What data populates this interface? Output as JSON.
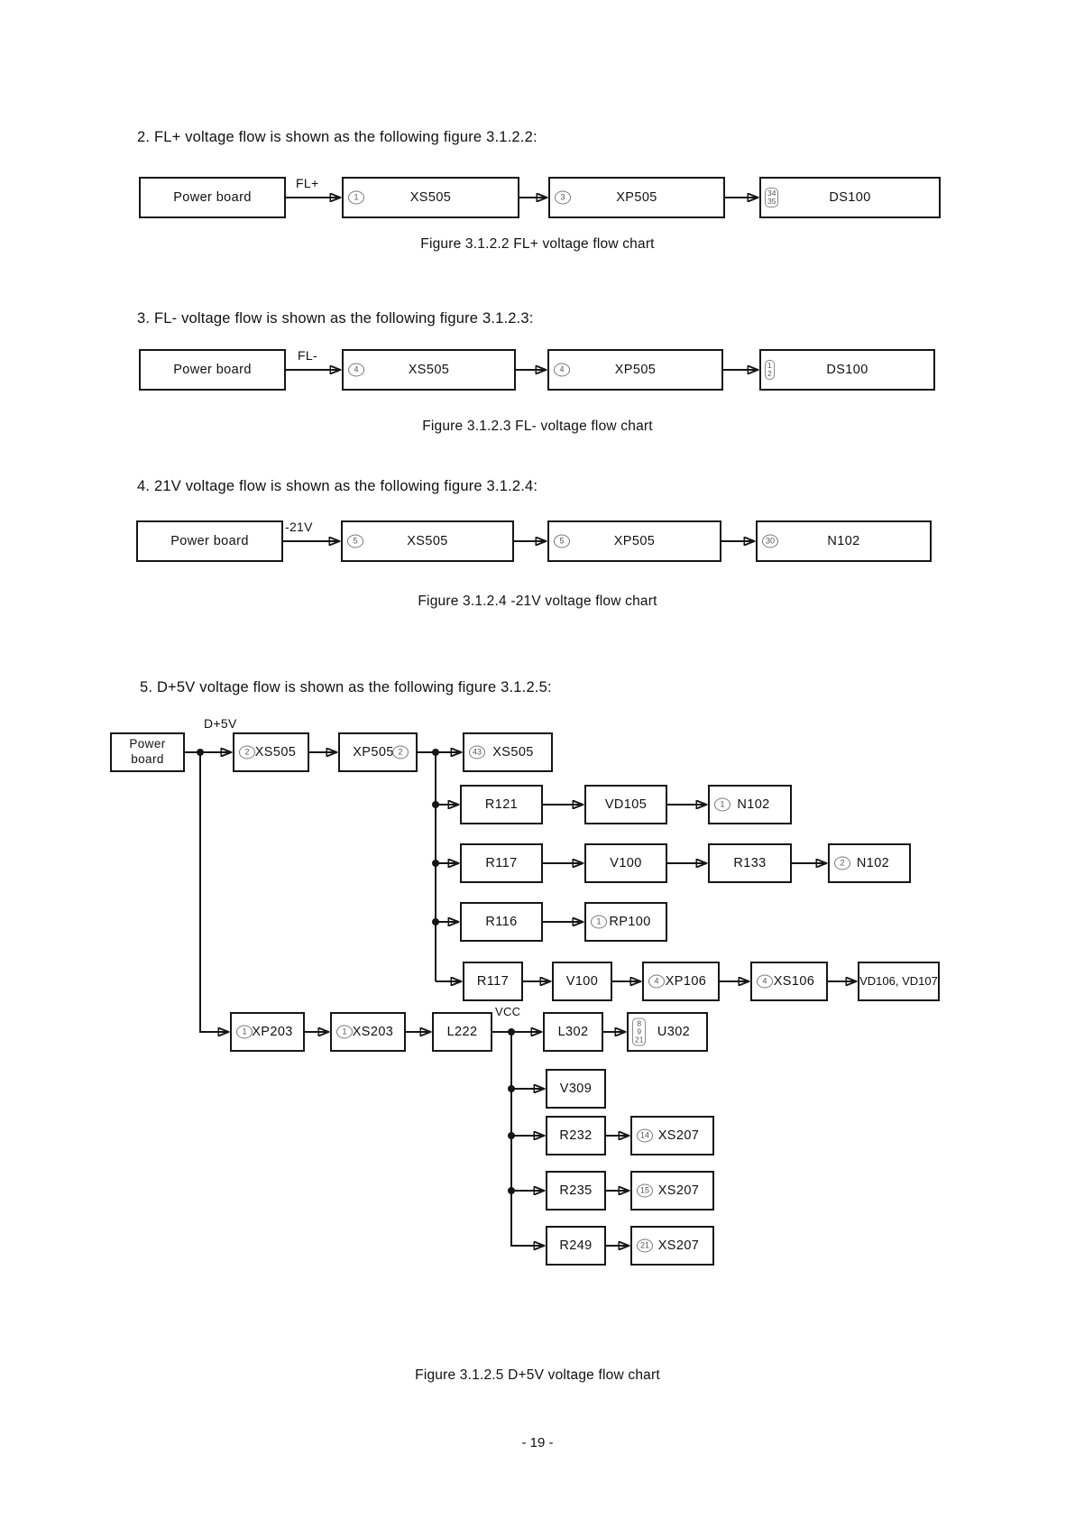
{
  "page": {
    "number": "- 19 -"
  },
  "figures": {
    "fig2": {
      "heading": "2. FL+ voltage flow is shown as the following figure 3.1.2.2:",
      "wire_label": "FL+",
      "caption": "Figure 3.1.2.2 FL+ voltage flow chart",
      "source": {
        "label": "Power board"
      },
      "nodes": {
        "xs505": {
          "pin": "1",
          "label": "XS505"
        },
        "xp505": {
          "pin": "3",
          "label": "XP505"
        },
        "ds100": {
          "pins": [
            "34",
            "35"
          ],
          "label": "DS100"
        }
      }
    },
    "fig3": {
      "heading": "3. FL- voltage flow is shown as the following figure 3.1.2.3:",
      "wire_label": "FL-",
      "caption": "Figure 3.1.2.3 FL- voltage flow chart",
      "source": {
        "label": "Power board"
      },
      "nodes": {
        "xs505": {
          "pin": "4",
          "label": "XS505"
        },
        "xp505": {
          "pin": "4",
          "label": "XP505"
        },
        "ds100": {
          "pins": [
            "1",
            "2"
          ],
          "label": "DS100"
        }
      }
    },
    "fig4": {
      "heading": "4. 21V voltage flow is shown as the following figure 3.1.2.4:",
      "wire_label": "-21V",
      "caption": "Figure 3.1.2.4 -21V voltage flow chart",
      "source": {
        "label": "Power board"
      },
      "nodes": {
        "xs505": {
          "pin": "5",
          "label": "XS505"
        },
        "xp505": {
          "pin": "5",
          "label": "XP505"
        },
        "n102": {
          "pin": "30",
          "label": "N102"
        }
      }
    },
    "fig5": {
      "heading": "5. D+5V voltage flow is shown as the following figure 3.1.2.5:",
      "wire_label": "D+5V",
      "vcc_label": "VCC",
      "caption": "Figure 3.1.2.5 D+5V voltage flow chart",
      "source": {
        "label": "Power board"
      },
      "row_a": {
        "xs505": {
          "pin": "2",
          "label": "XS505"
        },
        "xp505": {
          "pin": "2",
          "label": "XP505"
        },
        "xs505b": {
          "pin": "43",
          "label": "XS505"
        }
      },
      "row_b": {
        "r121": "R121",
        "vd105": "VD105",
        "n102": {
          "pin": "1",
          "label": "N102"
        }
      },
      "row_c": {
        "r117": "R117",
        "v100": "V100",
        "r133": "R133",
        "n102": {
          "pin": "2",
          "label": "N102"
        }
      },
      "row_d": {
        "r116": "R116",
        "rp100": {
          "pin": "1",
          "label": "RP100"
        }
      },
      "row_e": {
        "r117": "R117",
        "v100": "V100",
        "xp106": {
          "pin": "4",
          "label": "XP106"
        },
        "xs106": {
          "pin": "4",
          "label": "XS106"
        },
        "vd": "VD106,  VD107"
      },
      "row_f": {
        "xp203": {
          "pin": "1",
          "label": "XP203"
        },
        "xs203": {
          "pin": "1",
          "label": "XS203"
        },
        "l222": "L222",
        "l302": "L302",
        "u302": {
          "pins": [
            "8",
            "9",
            "21"
          ],
          "label": "U302"
        }
      },
      "col_g": {
        "v309": "V309",
        "r232": "R232",
        "xs207a": {
          "pin": "14",
          "label": "XS207"
        },
        "r235": "R235",
        "xs207b": {
          "pin": "15",
          "label": "XS207"
        },
        "r249": "R249",
        "xs207c": {
          "pin": "21",
          "label": "XS207"
        }
      }
    }
  }
}
